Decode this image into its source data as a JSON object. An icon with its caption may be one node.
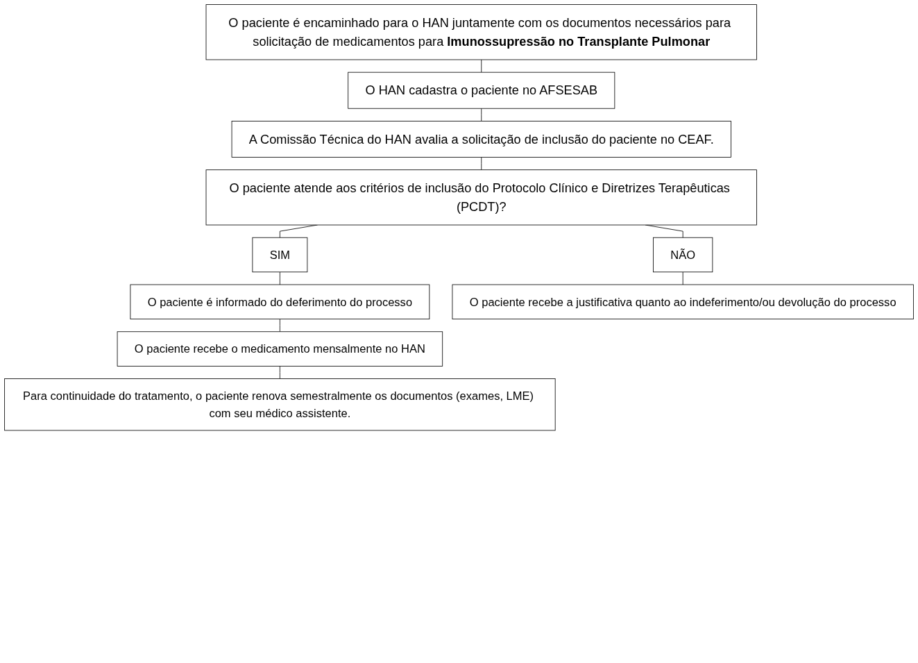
{
  "diagram": {
    "nodes": [
      {
        "text": [
          "O paciente é encaminhado para o HAN juntamente com os documentos necessários para solicitação de medicamentos para **Imunossupressão no Transplante Pulmonar**"
        ]
      },
      {
        "text": [
          "O HAN cadastra o paciente no AFSESAB"
        ]
      },
      {
        "text": [
          "A Comissão Técnica do HAN avalia a solicitação de inclusão do paciente no CEAF."
        ]
      },
      {
        "text": [
          "O paciente atende aos critérios de inclusão do Protocolo Clínico e Diretrizes Terapêuticas (PCDT)?"
        ]
      },
      {
        "text": [
          "SIM"
        ]
      },
      {
        "text": [
          "NÃO"
        ]
      },
      {
        "text": [
          "O paciente é informado do deferimento do processo"
        ]
      },
      {
        "text": [
          "O paciente recebe a justificativa quanto ao indeferimento/ou devolução do processo"
        ]
      },
      {
        "text": [
          "O paciente recebe o medicamento mensalmente no HAN"
        ]
      },
      {
        "text": [
          "Para continuidade do tratamento, o paciente renova semestralmente os documentos (exames, LME) com seu médico assistente."
        ]
      }
    ],
    "edges": [
      {
        "from": 0,
        "to": 1,
        "arrow": "none"
      },
      {
        "from": 1,
        "to": 2,
        "arrow": "none"
      },
      {
        "from": 2,
        "to": 3,
        "arrow": "none"
      },
      {
        "from": 3,
        "to": 4,
        "arrow": "none"
      },
      {
        "from": 3,
        "to": 5,
        "arrow": "none"
      },
      {
        "from": 4,
        "to": 6,
        "arrow": "none"
      },
      {
        "from": 5,
        "to": 7,
        "arrow": "none"
      },
      {
        "from": 6,
        "to": 8,
        "arrow": "none"
      },
      {
        "from": 8,
        "to": 9,
        "arrow": "none"
      }
    ]
  }
}
